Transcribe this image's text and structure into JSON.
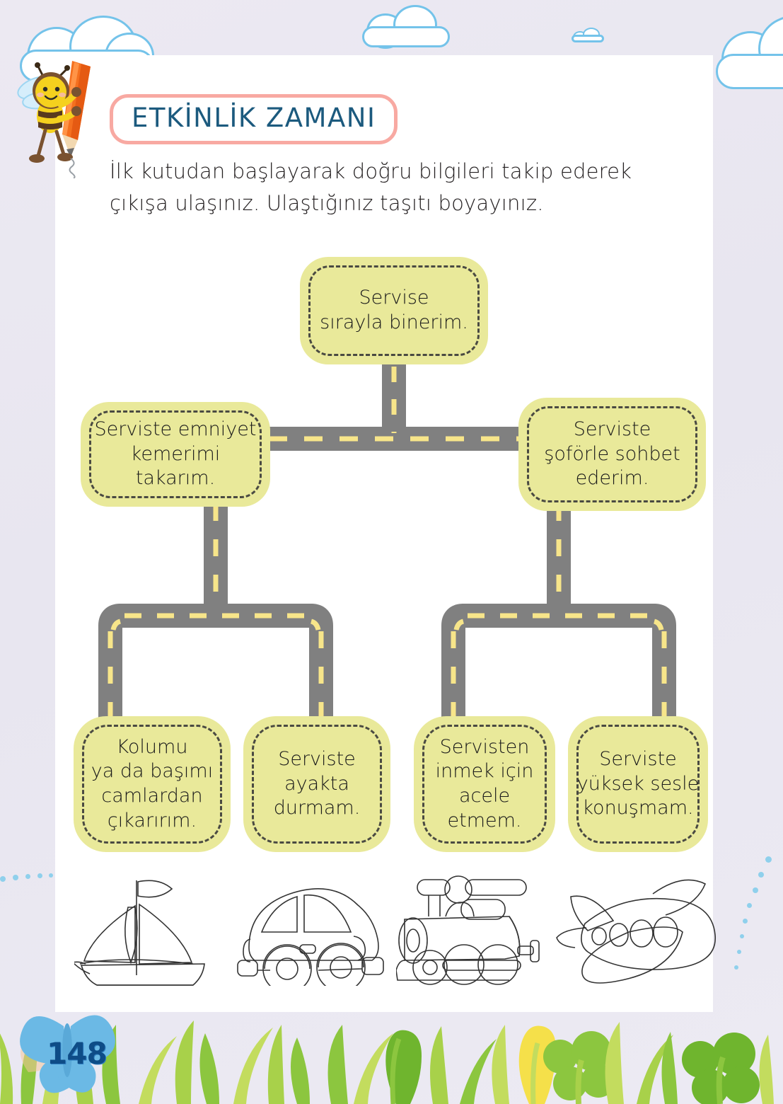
{
  "page": {
    "number": "148",
    "background_color": "#ece9f2",
    "sheet_color": "#ffffff"
  },
  "header": {
    "badge_title": "ETKİNLİK ZAMANI",
    "badge_border_color": "#f8a9a2",
    "badge_text_color": "#1c5a7e",
    "instructions": "İlk kutudan başlayarak doğru bilgileri takip ederek çıkışa ulaşınız. Ulaştığınız taşıtı boyayınız."
  },
  "mascot": {
    "name": "bee-with-pencil",
    "body_color": "#f5d11e",
    "pencil_color": "#f4701f"
  },
  "flowchart": {
    "road_color": "#808080",
    "lane_dash_color": "#f7e58a",
    "node_fill": "#e9e99a",
    "node_border_color": "#4a4a42",
    "nodes": [
      {
        "id": "start",
        "text": "Servise\nsırayla binerim.",
        "level": 0
      },
      {
        "id": "left-mid",
        "text": "Serviste emniyet\nkemerimi takarım.",
        "level": 1
      },
      {
        "id": "right-mid",
        "text": "Serviste\nşoförle sohbet\nederim.",
        "level": 1
      },
      {
        "id": "leaf-1",
        "text": "Kolumu\nya da başımı\ncamlardan\nçıkarırım.",
        "level": 2
      },
      {
        "id": "leaf-2",
        "text": "Serviste\nayakta\ndurmam.",
        "level": 2
      },
      {
        "id": "leaf-3",
        "text": "Servisten\ninmek için\nacele\netmem.",
        "level": 2
      },
      {
        "id": "leaf-4",
        "text": "Serviste\nyüksek sesle\nkonuşmam.",
        "level": 2
      }
    ]
  },
  "vehicles": [
    {
      "id": "sailboat",
      "icon": "sailboat-icon",
      "label": "yelkenli"
    },
    {
      "id": "car",
      "icon": "car-icon",
      "label": "araba"
    },
    {
      "id": "train",
      "icon": "train-icon",
      "label": "tren"
    },
    {
      "id": "airplane",
      "icon": "airplane-icon",
      "label": "uçak"
    }
  ],
  "decorations": {
    "clouds": 4,
    "grass_colors": [
      "#a8d14a",
      "#8cc63f",
      "#6fb52e",
      "#c3dc5e"
    ],
    "flower_color": "#f5e04a",
    "butterfly_color": "#6bb9e5"
  }
}
